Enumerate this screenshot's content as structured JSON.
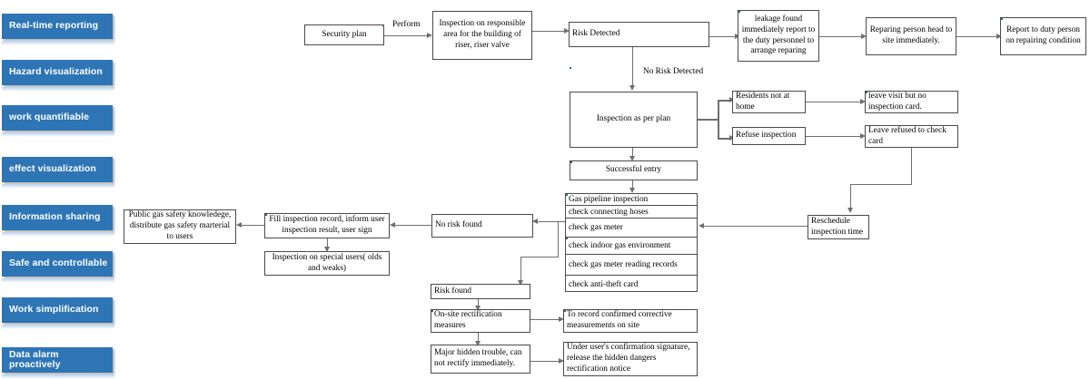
{
  "sidebar": {
    "accent_color": "#2E75B6",
    "text_color": "#FFFFFF",
    "items": [
      {
        "label": "Real-time reporting"
      },
      {
        "label": "Hazard visualization"
      },
      {
        "label": "work quantifiable"
      },
      {
        "label": "effect visualization"
      },
      {
        "label": "Information sharing"
      },
      {
        "label": "Safe and controllable"
      },
      {
        "label": "Work simplification"
      },
      {
        "label": "Data alarm proactively"
      }
    ]
  },
  "flow": {
    "nodes": {
      "security_plan": "Security plan",
      "inspection_responsible_area": "Inspection on  responsible area for the building of riser, riser valve",
      "risk_detected": "Risk Detected",
      "leakage_found": "leakage found immediately report to the duty personnel to arrange reparing",
      "reparing_person_head": "Reparing person head to site immediately.",
      "report_duty_person": "Report to duty person on repairing condition",
      "inspection_as_per_plan": "Inspection as per plan",
      "residents_not_home": "Residents not at home",
      "refuse_inspection": "Refuse inspection",
      "leave_visit_no_card": "leave visit but no inspection card.",
      "leave_refused_check_card": "Leave refused to check card",
      "reschedule": "Reschedule inspection time",
      "successful_entry": "Successful entry",
      "no_risk_found": "No  risk found",
      "fill_inspection_record": "Fill inspection record, inform user inspection result, user sign",
      "public_gas_safety": "Public gas safety knowledege, distribute gas safety marterial to users",
      "special_users": "Inspection on special users( olds and weaks)",
      "risk_found": "Risk found",
      "onsite_rectification": "On-site rectification measures",
      "record_corrective": "To record confirmed corrective measurements on site",
      "major_hidden_trouble": "Major hidden trouble, can not rectify immediately.",
      "release_notice": "Under user's confirmation signature, release the hidden dangers rectification notice"
    },
    "checklist": {
      "rows": [
        "Gas pipeline inspection",
        "check connecting hoses",
        "check gas meter",
        "check indoor gas environment",
        "check gas meter reading records",
        "check anti-theft card"
      ]
    },
    "edge_labels": {
      "perform": "Perform",
      "no_risk_detected": "No Risk Detected"
    }
  }
}
